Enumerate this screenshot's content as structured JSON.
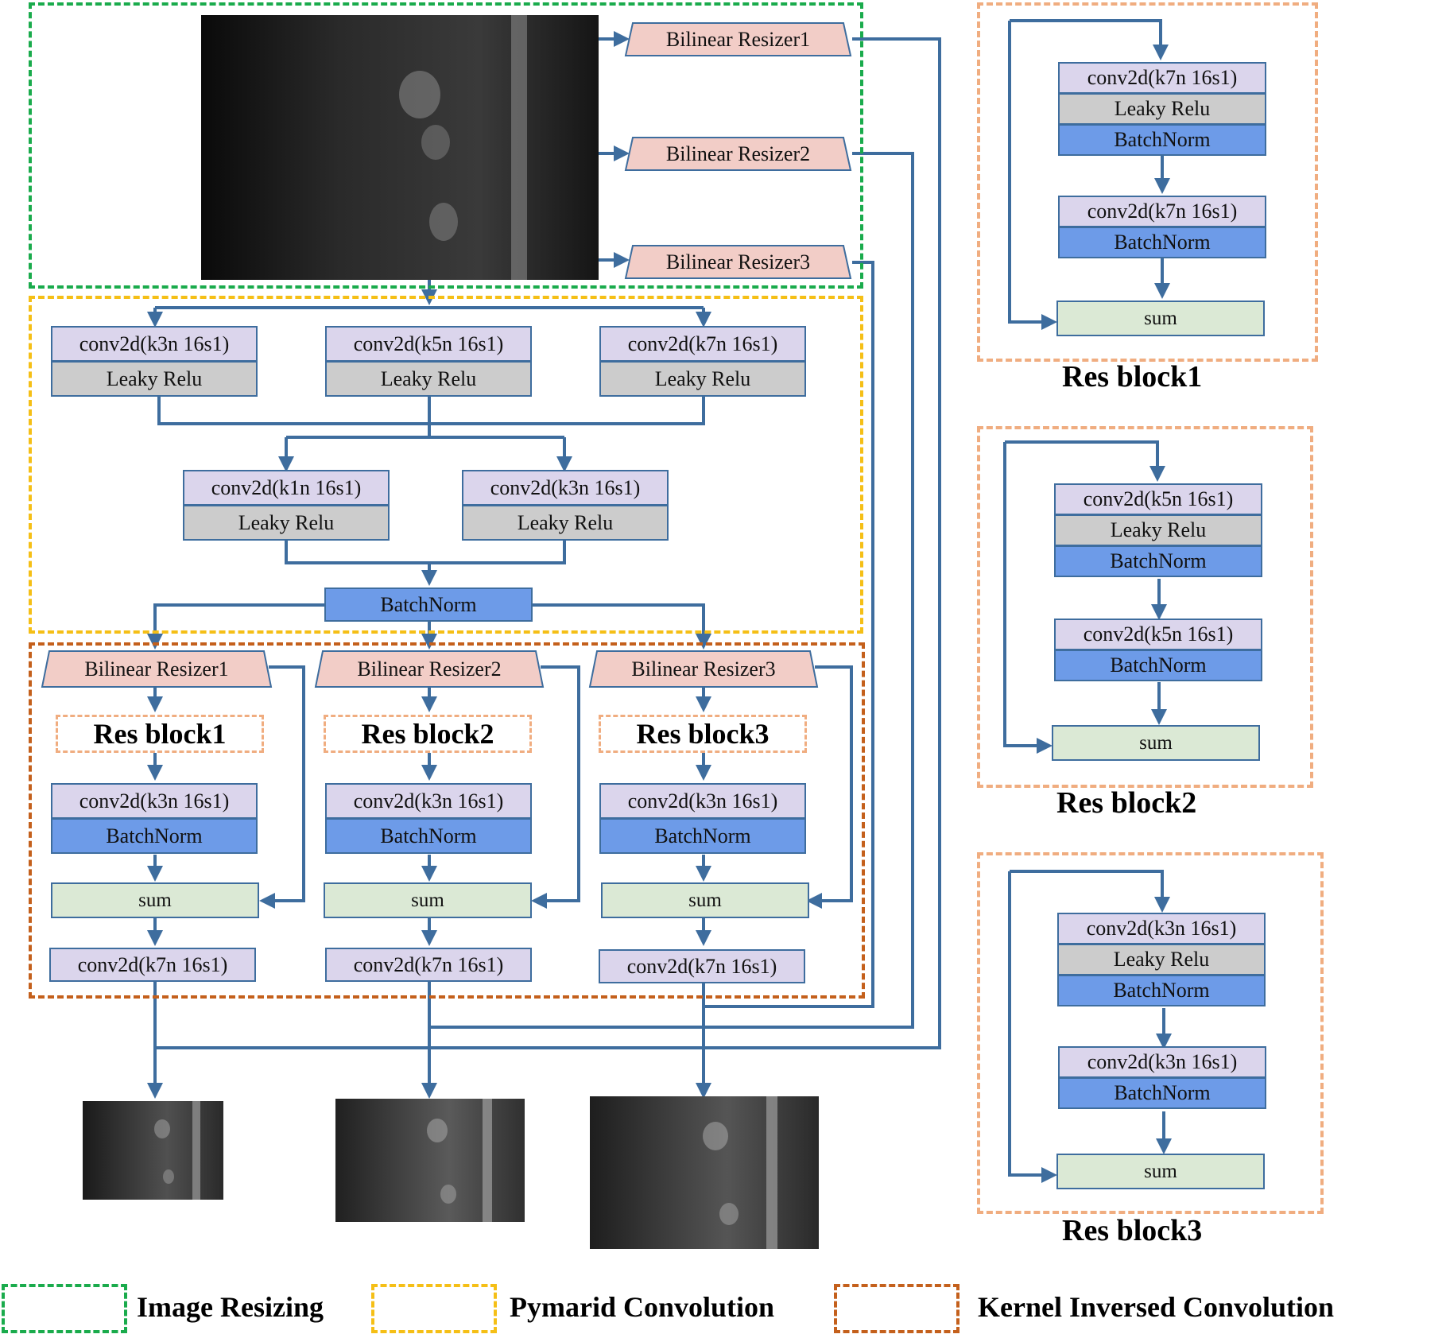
{
  "modules": {
    "image_resizing": {
      "resizers": [
        "Bilinear  Resizer1",
        "Bilinear  Resizer2",
        "Bilinear  Resizer3"
      ]
    },
    "pyramid_convolution": {
      "row1": [
        {
          "conv": "conv2d(k3n 16s1)",
          "act": "Leaky Relu"
        },
        {
          "conv": "conv2d(k5n 16s1)",
          "act": "Leaky Relu"
        },
        {
          "conv": "conv2d(k7n 16s1)",
          "act": "Leaky Relu"
        }
      ],
      "row2": [
        {
          "conv": "conv2d(k1n 16s1)",
          "act": "Leaky Relu"
        },
        {
          "conv": "conv2d(k3n 16s1)",
          "act": "Leaky Relu"
        }
      ],
      "batchnorm": "BatchNorm"
    },
    "kernel_inversed_convolution": {
      "branches": [
        {
          "resizer": "Bilinear  Resizer1",
          "res_block": "Res block1",
          "conv": "conv2d(k3n 16s1)",
          "bn": "BatchNorm",
          "sum": "sum",
          "out_conv": "conv2d(k7n 16s1)"
        },
        {
          "resizer": "Bilinear  Resizer2",
          "res_block": "Res block2",
          "conv": "conv2d(k3n 16s1)",
          "bn": "BatchNorm",
          "sum": "sum",
          "out_conv": "conv2d(k7n 16s1)"
        },
        {
          "resizer": "Bilinear  Resizer3",
          "res_block": "Res block3",
          "conv": "conv2d(k3n 16s1)",
          "bn": "BatchNorm",
          "sum": "sum",
          "out_conv": "conv2d(k7n 16s1)"
        }
      ]
    }
  },
  "res_blocks": [
    {
      "title": "Res block1",
      "conv_a": "conv2d(k7n 16s1)",
      "act": "Leaky Relu",
      "bn_a": "BatchNorm",
      "conv_b": "conv2d(k7n 16s1)",
      "bn_b": "BatchNorm",
      "sum": "sum"
    },
    {
      "title": "Res block2",
      "conv_a": "conv2d(k5n 16s1)",
      "act": "Leaky Relu",
      "bn_a": "BatchNorm",
      "conv_b": "conv2d(k5n 16s1)",
      "bn_b": "BatchNorm",
      "sum": "sum"
    },
    {
      "title": "Res block3",
      "conv_a": "conv2d(k3n 16s1)",
      "act": "Leaky Relu",
      "bn_a": "BatchNorm",
      "conv_b": "conv2d(k3n 16s1)",
      "bn_b": "BatchNorm",
      "sum": "sum"
    }
  ],
  "legend": [
    {
      "label": "Image Resizing",
      "color": "#1aab4c"
    },
    {
      "label": "Pymarid Convolution",
      "color": "#f5bf16"
    },
    {
      "label": "Kernel Inversed Convolution",
      "color": "#c4601c"
    }
  ],
  "colors": {
    "arrow": "#3e6d9e",
    "conv": "#dbd5ec",
    "leaky_relu": "#cccccc",
    "batchnorm": "#6d9be8",
    "sum": "#dbe9d5",
    "resizer": "#f2cdc7",
    "res_block_frame": "#f0ad80"
  },
  "images": {
    "input": "pavement-input-image",
    "outputs": [
      "pavement-output-small",
      "pavement-output-medium",
      "pavement-output-large"
    ]
  }
}
